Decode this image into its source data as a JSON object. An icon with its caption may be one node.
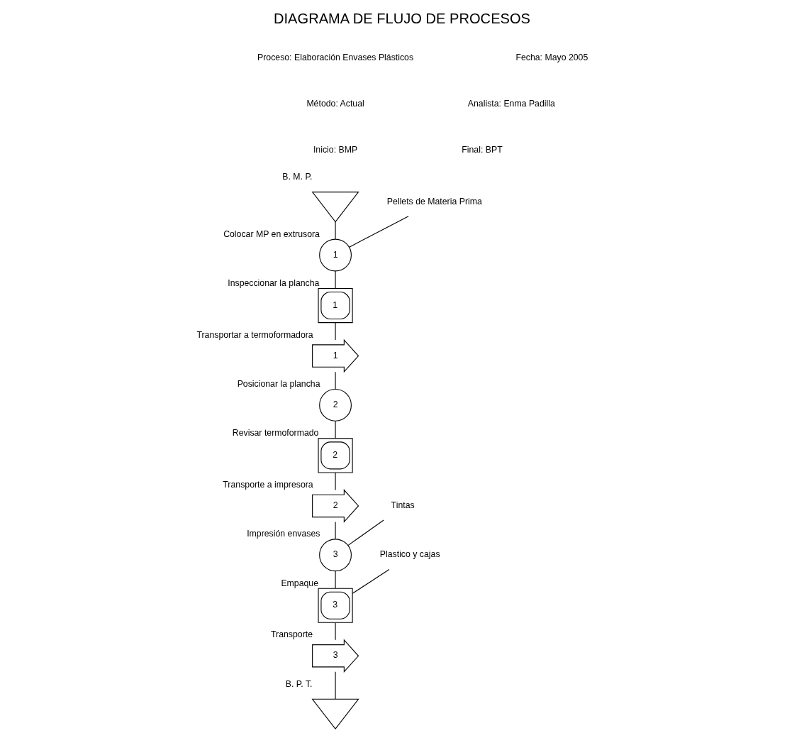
{
  "diagram": {
    "title": "DIAGRAMA DE FLUJO DE PROCESOS",
    "nodes": [
      {
        "text": [],
        "shape": "triangle",
        "beside": [
          "B. M. P."
        ]
      },
      {
        "text": [
          "Pellets de Materia Prima"
        ]
      },
      {
        "text": [
          "1"
        ],
        "beside": [
          "Colocar MP en extrusora"
        ]
      },
      {
        "text": [
          "1"
        ],
        "beside": [
          "Inspeccionar la plancha"
        ]
      },
      {
        "text": [
          "1"
        ],
        "beside": [
          "Transportar a termoformadora"
        ]
      },
      {
        "text": [
          "2"
        ],
        "beside": [
          "Posicionar la plancha"
        ]
      },
      {
        "text": [
          "2"
        ],
        "beside": [
          "Revisar termoformado"
        ]
      },
      {
        "text": [
          "2"
        ],
        "beside": [
          "Transporte a impresora"
        ]
      },
      {
        "text": [
          "Tintas"
        ]
      },
      {
        "text": [
          "3"
        ],
        "beside": [
          "Impresión envases"
        ]
      },
      {
        "text": [
          "Plastico y cajas"
        ]
      },
      {
        "text": [
          "3"
        ],
        "beside": [
          "Empaque"
        ]
      },
      {
        "text": [
          "3"
        ],
        "beside": [
          "Transporte"
        ]
      },
      {
        "text": [],
        "shape": "triangle",
        "beside": [
          "B. P. T."
        ]
      }
    ],
    "edges": [
      {
        "from": 0,
        "to": 2,
        "arrow": "none"
      },
      {
        "from": 1,
        "to": 2,
        "arrow": "none"
      },
      {
        "from": 2,
        "to": 3,
        "arrow": "none"
      },
      {
        "from": 3,
        "to": 4,
        "arrow": "none"
      },
      {
        "from": 4,
        "to": 5,
        "arrow": "none"
      },
      {
        "from": 5,
        "to": 6,
        "arrow": "none"
      },
      {
        "from": 6,
        "to": 7,
        "arrow": "none"
      },
      {
        "from": 7,
        "to": 9,
        "arrow": "none"
      },
      {
        "from": 8,
        "to": 9,
        "arrow": "none"
      },
      {
        "from": 9,
        "to": 11,
        "arrow": "none"
      },
      {
        "from": 10,
        "to": 11,
        "arrow": "none"
      },
      {
        "from": 11,
        "to": 12,
        "arrow": "none"
      },
      {
        "from": 12,
        "to": 13,
        "arrow": "none"
      }
    ],
    "labels": [
      "Proceso: Elaboración Envases Plásticos",
      "Fecha: Mayo 2005",
      "Método: Actual",
      "Analista: Enma Padilla",
      "Inicio: BMP",
      "Final: BPT"
    ]
  }
}
